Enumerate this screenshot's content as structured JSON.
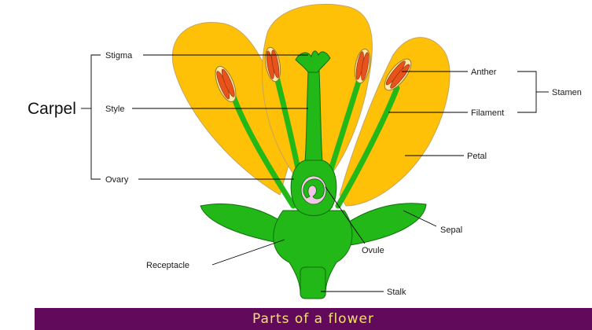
{
  "title": "Parts of a flower",
  "labels": {
    "carpel": "Carpel",
    "stigma": "Stigma",
    "style": "Style",
    "ovary": "Ovary",
    "anther": "Anther",
    "filament": "Filament",
    "stamen": "Stamen",
    "petal": "Petal",
    "sepal": "Sepal",
    "ovule": "Ovule",
    "receptacle": "Receptacle",
    "stalk": "Stalk"
  },
  "colors": {
    "petal": "#FFC107",
    "petal_edge": "#C9A35A",
    "green": "#22B818",
    "green_edge": "#0E6E0A",
    "anther": "#E8531C",
    "anther_pad": "#FFE9A8",
    "ovule_cavity": "#F2C6E6",
    "title_bar_bg": "#610A5C",
    "title_text": "#F5E16A"
  }
}
